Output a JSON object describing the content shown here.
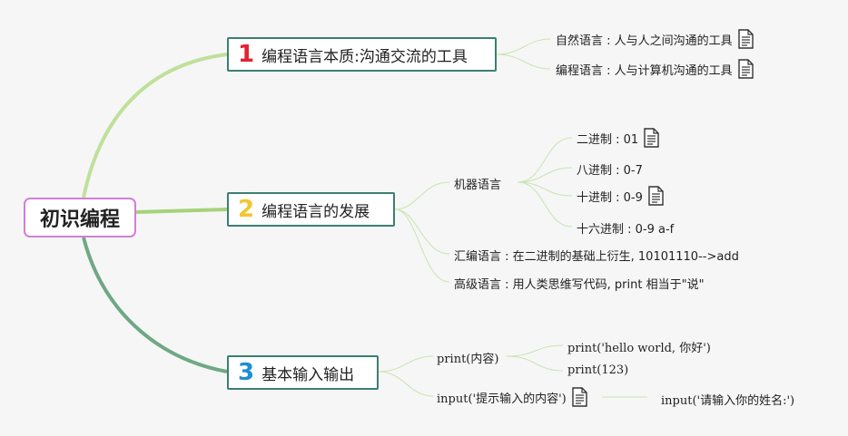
{
  "root": {
    "label": "初识编程"
  },
  "topics": [
    {
      "number": "1",
      "number_color": "#e0242f",
      "label": "编程语言本质:沟通交流的工具",
      "children": [
        {
          "label": "自然语言 : 人与人之间沟通的工具",
          "note_icon": "note-icon"
        },
        {
          "label": "编程语言 : 人与计算机沟通的工具",
          "note_icon": "note-icon"
        }
      ]
    },
    {
      "number": "2",
      "number_color": "#f3c62e",
      "label": "编程语言的发展",
      "children": [
        {
          "label": "机器语言",
          "children": [
            {
              "label": "二进制 : 01",
              "note_icon": "note-icon"
            },
            {
              "label": "八进制 : 0-7"
            },
            {
              "label": "十进制 : 0-9",
              "note_icon": "note-icon"
            },
            {
              "label": "十六进制 : 0-9 a-f"
            }
          ]
        },
        {
          "label": "汇编语言 : 在二进制的基础上衍生, 10101110-->add"
        },
        {
          "label": "高级语言 : 用人类思维写代码, print 相当于\"说\""
        }
      ]
    },
    {
      "number": "3",
      "number_color": "#1b8fd6",
      "label": "基本输入输出",
      "children": [
        {
          "label": "print(内容)",
          "children": [
            {
              "label": "print('hello world, 你好')"
            },
            {
              "label": "print(123)"
            }
          ]
        },
        {
          "label": "input('提示输入的内容')",
          "note_icon": "note-icon",
          "children": [
            {
              "label": "input('请输入你的姓名:')"
            }
          ]
        }
      ]
    }
  ],
  "colors": {
    "branch_light": "#b8dc8e",
    "branch_mid": "#9fcd7c",
    "branch_dark": "#6aa77e",
    "topic_border": "#3b7f72",
    "root_border": "#d27ed6"
  }
}
